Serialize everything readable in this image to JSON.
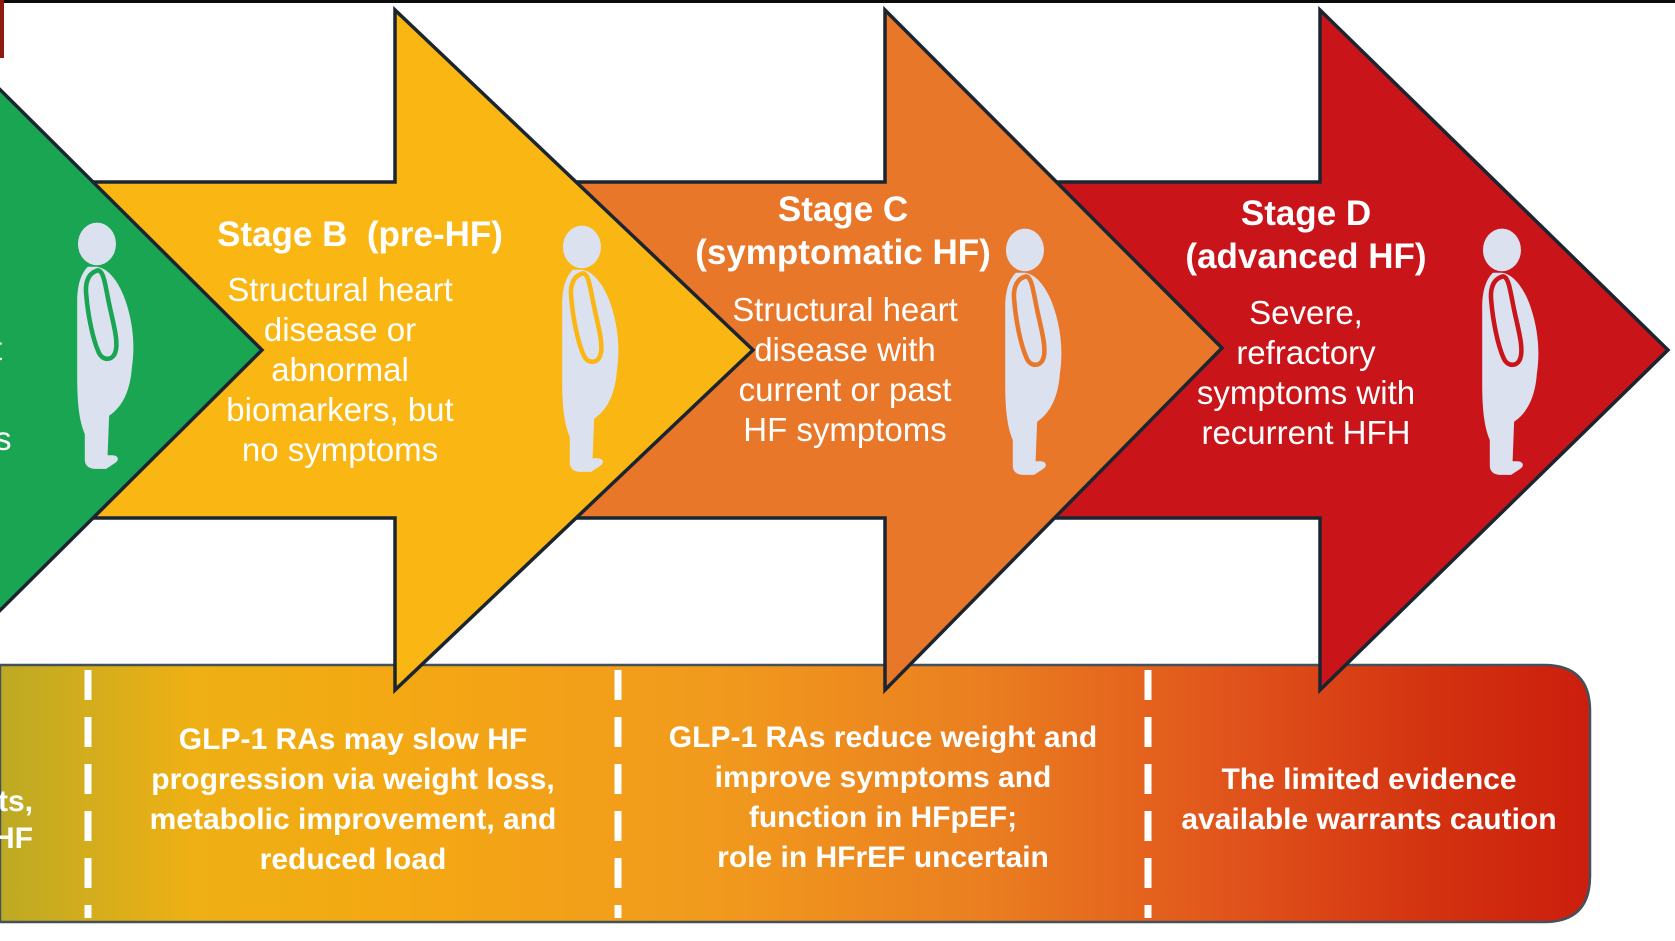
{
  "figure": {
    "title_hint": "Heart failure stages and GLP-1 RA evidence diagram",
    "colors": {
      "stage_a": "#1aa553",
      "stage_b": "#fab613",
      "stage_c": "#e8772a",
      "stage_d": "#c9141a",
      "arrow_outline": "#1a2531",
      "icon_fill": "#dce1f0",
      "divider": "#ffffff",
      "text": "#ffffff",
      "bar_outline": "#44505a",
      "bar_gradient": [
        "#bcaa24",
        "#eeb014",
        "#f4a813",
        "#f19a1d",
        "#ea7e20",
        "#e0521b",
        "#d2300f",
        "#cc1e0e"
      ]
    },
    "stages": [
      {
        "id": "A",
        "color": "#1aa553",
        "visible_text_fragments": [
          "t",
          "s"
        ],
        "bar_text_fragments": "ts,\nHF"
      },
      {
        "id": "B",
        "color": "#fab613",
        "title": "Stage B  (pre-HF)",
        "body": "Structural heart\ndisease or\nabnormal\nbiomarkers, but\nno symptoms",
        "bar_text": "GLP-1 RAs may slow HF\nprogression via weight loss,\nmetabolic improvement, and\nreduced load"
      },
      {
        "id": "C",
        "color": "#e8772a",
        "title": "Stage C\n(symptomatic HF)",
        "body": "Structural heart\ndisease with\ncurrent or past\nHF symptoms",
        "bar_text": "GLP-1 RAs reduce weight and\nimprove symptoms and\nfunction in HFpEF;\nrole in HFrEF uncertain"
      },
      {
        "id": "D",
        "color": "#c9141a",
        "title": "Stage D\n(advanced HF)",
        "body": "Severe,\nrefractory\nsymptoms with\nrecurrent HFH",
        "bar_text": "The limited evidence\navailable warrants caution"
      }
    ]
  }
}
